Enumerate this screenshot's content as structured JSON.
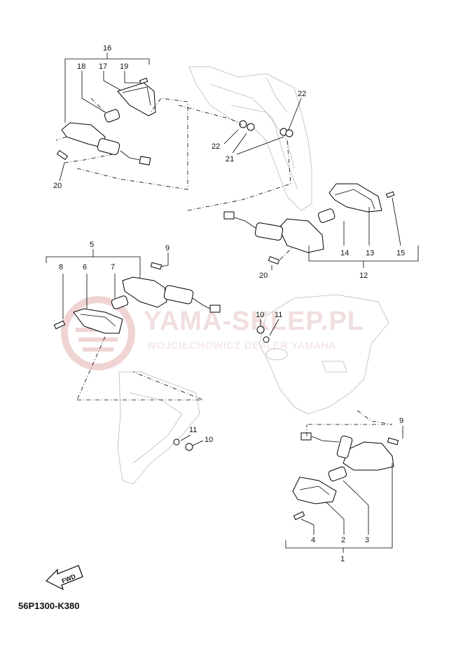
{
  "watermark": {
    "title": "YAMA-SKLEP.PL",
    "subtitle": "WOJCIECHOWICZ DEALER YAMAHA",
    "color": "#e8b5b5"
  },
  "callouts": {
    "c16": "16",
    "c17": "17",
    "c18": "18",
    "c19": "19",
    "c20a": "20",
    "c22a": "22",
    "c22b": "22",
    "c21": "21",
    "c14": "14",
    "c13": "13",
    "c15": "15",
    "c12": "12",
    "c20b": "20",
    "c5": "5",
    "c8": "8",
    "c6": "6",
    "c7": "7",
    "c9a": "9",
    "c10a": "10",
    "c11a": "11",
    "c11b": "11",
    "c10b": "10",
    "c9b": "9",
    "c4": "4",
    "c2": "2",
    "c3": "3",
    "c1": "1"
  },
  "fwd_label": "FWD",
  "diagram_code": "56P1300-K380"
}
